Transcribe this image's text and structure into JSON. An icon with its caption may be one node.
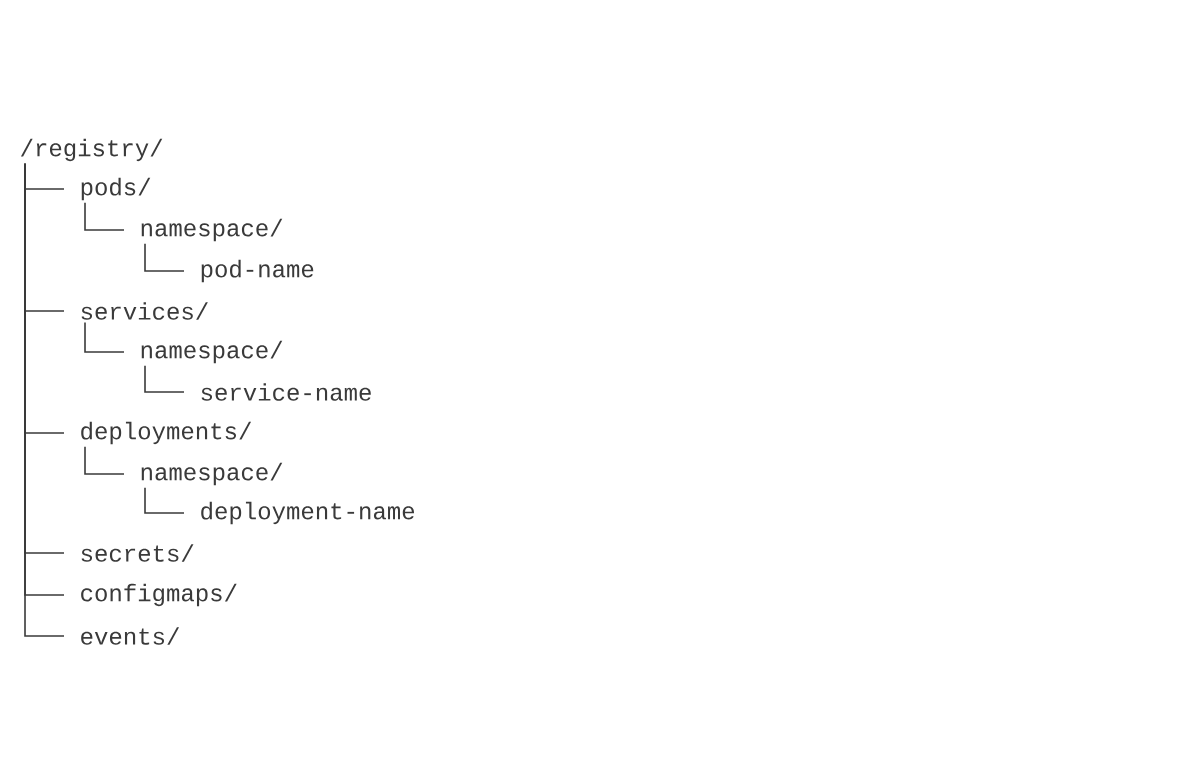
{
  "diagram": {
    "nodes": [
      {
        "text": [
          "/registry/"
        ]
      },
      {
        "text": [
          "pods/"
        ]
      },
      {
        "text": [
          "namespace/"
        ]
      },
      {
        "text": [
          "pod-name"
        ]
      },
      {
        "text": [
          "services/"
        ]
      },
      {
        "text": [
          "namespace/"
        ]
      },
      {
        "text": [
          "service-name"
        ]
      },
      {
        "text": [
          "deployments/"
        ]
      },
      {
        "text": [
          "namespace/"
        ]
      },
      {
        "text": [
          "deployment-name"
        ]
      },
      {
        "text": [
          "secrets/"
        ]
      },
      {
        "text": [
          "configmaps/"
        ]
      },
      {
        "text": [
          "events/"
        ]
      }
    ],
    "edges": [
      {
        "from": 0,
        "to": 1,
        "arrow": "none"
      },
      {
        "from": 1,
        "to": 2,
        "arrow": "none"
      },
      {
        "from": 2,
        "to": 3,
        "arrow": "none"
      },
      {
        "from": 0,
        "to": 4,
        "arrow": "none"
      },
      {
        "from": 4,
        "to": 5,
        "arrow": "none"
      },
      {
        "from": 5,
        "to": 6,
        "arrow": "none"
      },
      {
        "from": 0,
        "to": 7,
        "arrow": "none"
      },
      {
        "from": 7,
        "to": 8,
        "arrow": "none"
      },
      {
        "from": 8,
        "to": 9,
        "arrow": "none"
      },
      {
        "from": 0,
        "to": 10,
        "arrow": "none"
      },
      {
        "from": 0,
        "to": 11,
        "arrow": "none"
      },
      {
        "from": 0,
        "to": 12,
        "arrow": "none"
      }
    ]
  }
}
